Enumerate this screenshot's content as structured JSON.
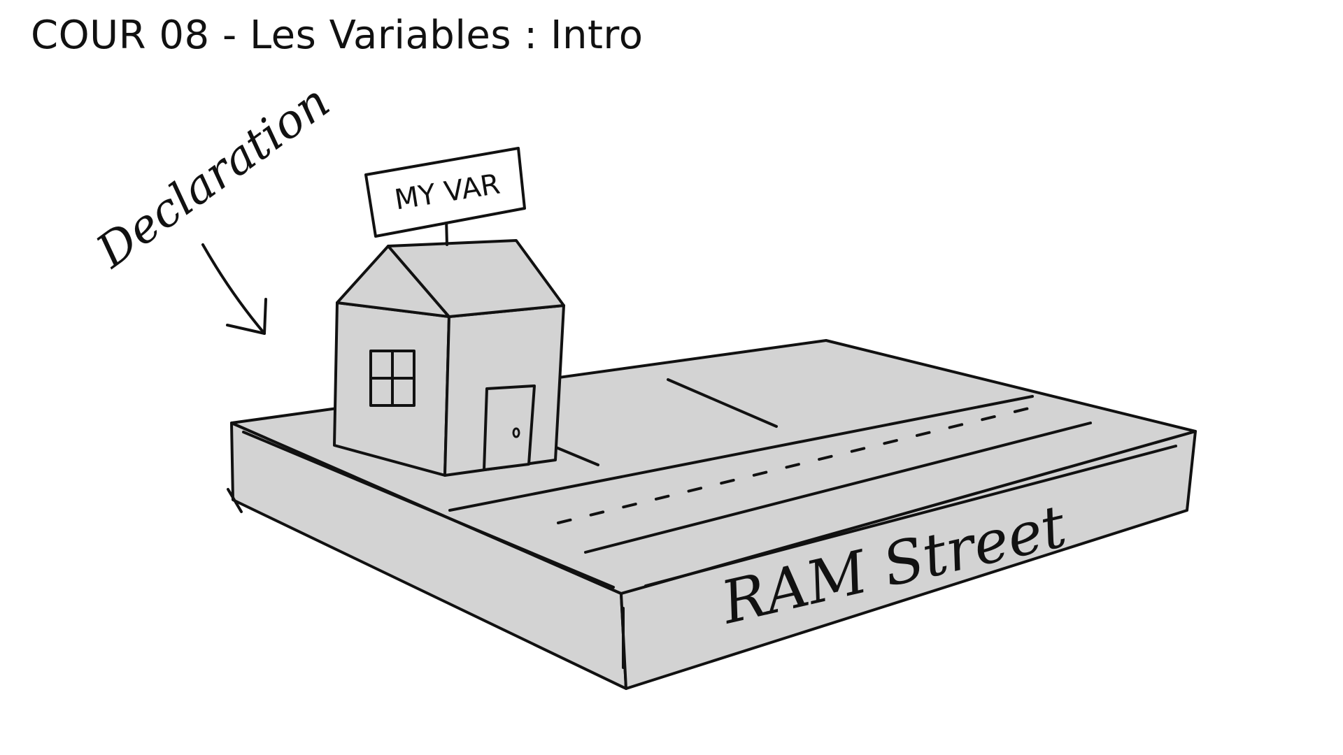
{
  "slide": {
    "title": "COUR 08 - Les Variables : Intro"
  },
  "diagram": {
    "annotation_label": "Declaration",
    "house_sign_label": "MY VAR",
    "street_label": "RAM Street",
    "colors": {
      "fill": "#d3d3d3",
      "ink": "#111111",
      "background": "#ffffff"
    }
  }
}
